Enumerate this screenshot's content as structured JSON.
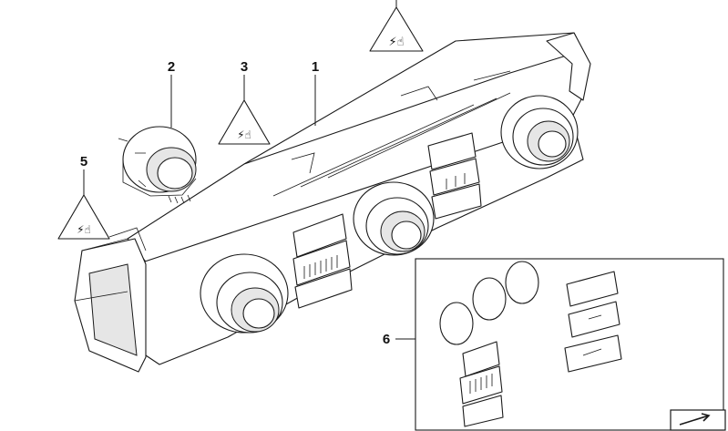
{
  "diagram": {
    "callouts": [
      {
        "id": "1",
        "label": "1"
      },
      {
        "id": "2",
        "label": "2"
      },
      {
        "id": "3",
        "label": "3"
      },
      {
        "id": "5",
        "label": "5"
      },
      {
        "id": "6",
        "label": "6"
      }
    ],
    "warning_icons": [
      "esd-warning-icon",
      "esd-warning-icon",
      "esd-warning-icon"
    ],
    "corner_icon": "back-arrow-icon",
    "colors": {
      "line": "#1a1a1a",
      "background": "#ffffff",
      "shade": "#e6e6e6"
    }
  }
}
